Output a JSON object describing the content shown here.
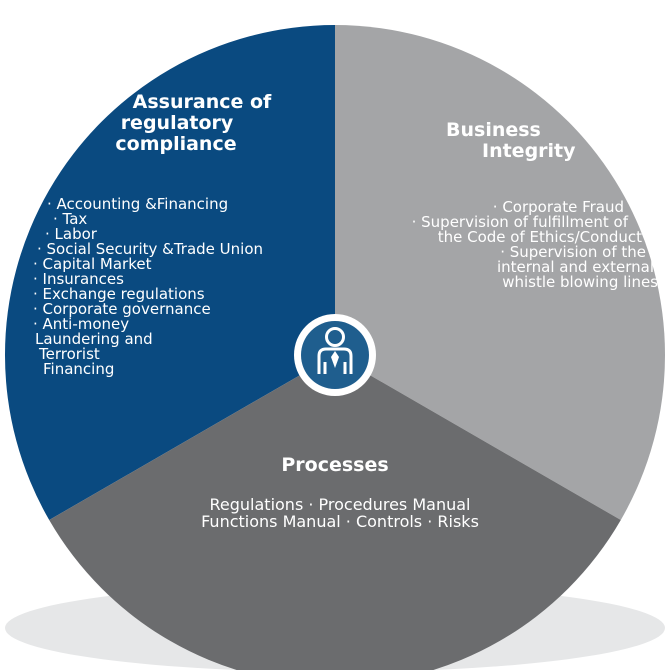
{
  "colors": {
    "segment_left": "#0a4a80",
    "segment_right": "#a4a5a7",
    "segment_bottom": "#6b6c6e",
    "shadow": "#e6e7e8",
    "icon": "#1f5e8e"
  },
  "segments": {
    "left": {
      "title": [
        "Assurance of",
        "regulatory",
        "compliance"
      ],
      "items": [
        "· Accounting &Financing",
        "· Tax",
        "· Labor",
        "· Social Security &Trade Union",
        "· Capital Market",
        "· Insurances",
        "· Exchange regulations",
        "· Corporate governance",
        "· Anti-money",
        "Laundering and",
        "Terrorist",
        "Financing"
      ]
    },
    "right": {
      "title": [
        "Business",
        "Integrity"
      ],
      "items": [
        "· Corporate Fraud",
        "· Supervision of fulfillment of",
        "the Code of Ethics/Conduct",
        "· Supervision of the",
        "internal and external",
        "whistle blowing lines"
      ]
    },
    "bottom": {
      "title": "Processes",
      "items": [
        "Regulations · Procedures Manual",
        "Functions Manual · Controls · Risks"
      ]
    }
  },
  "center_icon": "person-icon"
}
